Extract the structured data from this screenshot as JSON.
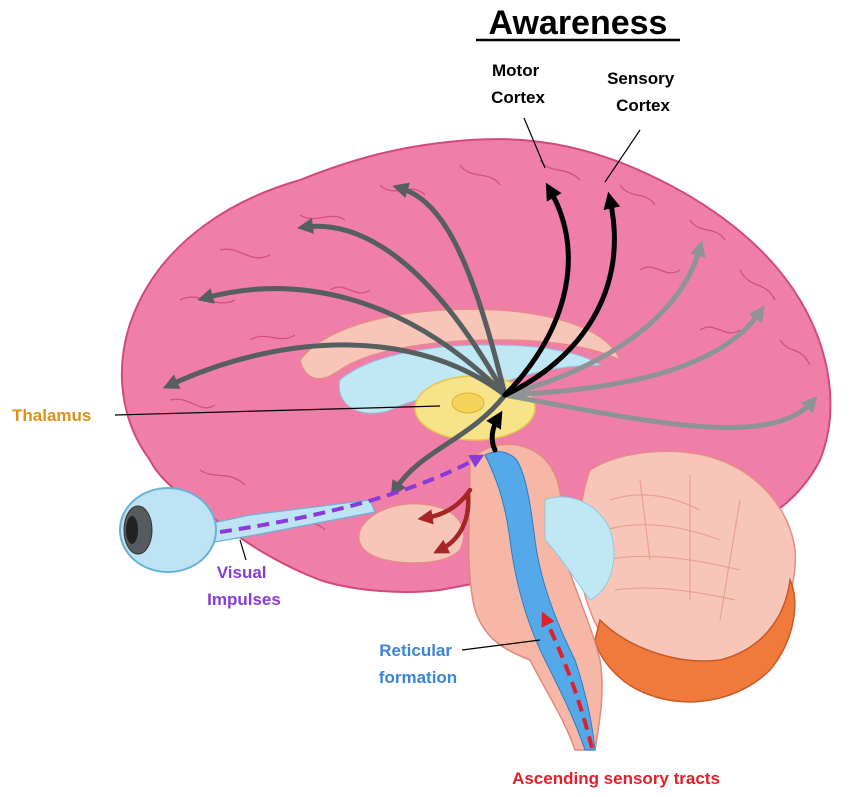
{
  "title": "Awareness",
  "labels": {
    "motor_cortex": [
      "Motor",
      "Cortex"
    ],
    "sensory_cortex": [
      "Sensory",
      "Cortex"
    ],
    "thalamus": "Thalamus",
    "visual_impulses": [
      "Visual",
      "Impulses"
    ],
    "reticular_formation": [
      "Reticular",
      "formation"
    ],
    "ascending_tracts": "Ascending sensory tracts"
  },
  "colors": {
    "cortex": "#ef7fa8",
    "cortex_outline": "#d2497e",
    "thalamus": "#f7e48a",
    "reticular": "#56a9e8",
    "cerebellum": "#f8c6b8",
    "cerebellum_dark": "#f07a3c",
    "brainstem": "#f6b7a6",
    "eye": "#bde3f5",
    "arrow_dark": "#575e60",
    "arrow_gray": "#8e9496",
    "arrow_black": "#000000",
    "arrow_red": "#a62626",
    "label_thalamus": "#d9921c",
    "label_visual": "#8a3ad8",
    "label_reticular": "#3a85d8",
    "label_ascending": "#e0202c"
  }
}
